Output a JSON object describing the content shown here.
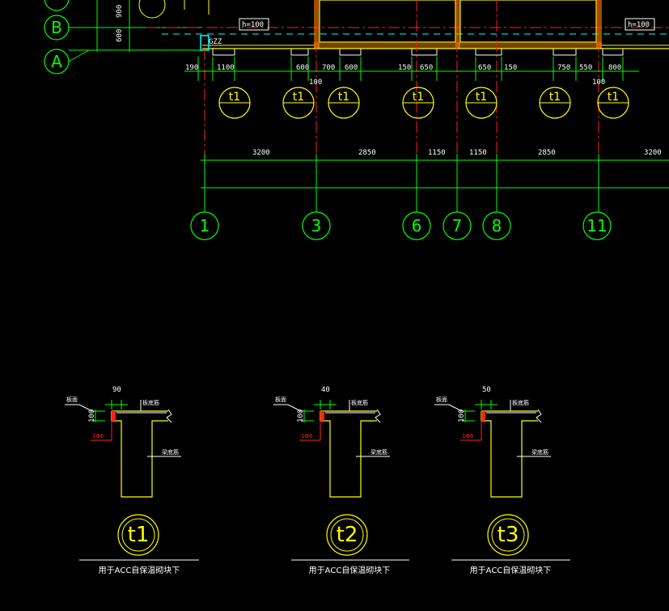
{
  "colors": {
    "background": "#000000",
    "axis": "#00ff00",
    "wall": "#ffff00",
    "center_line": "#ff2020",
    "dim_line": "#00ff00",
    "hatch": "#ff9a00",
    "column": "#00ffff",
    "text": "#ffffff"
  },
  "row_axes": [
    "B",
    "A"
  ],
  "row_dims": [
    "900",
    "600"
  ],
  "h_tags": [
    "h=100",
    "h=100"
  ],
  "gzz_label": "GZZ",
  "col_axes": [
    "1",
    "3",
    "6",
    "7",
    "8",
    "11"
  ],
  "bay_dims": [
    "3200",
    "2850",
    "1150",
    "1150",
    "2850",
    "3200"
  ],
  "small_dims": [
    "190",
    "1100",
    "600",
    "100",
    "700",
    "600",
    "150",
    "650",
    "650",
    "150",
    "750",
    "550",
    "800",
    "100"
  ],
  "t1_tag": "t1",
  "details": [
    {
      "top_dim": "90",
      "tag": "t1",
      "left_note": "板面",
      "right_note": "板底筋",
      "hole_note": "1Φ6",
      "dim_100": "100",
      "stem_note": "梁底筋",
      "caption": "用于ACC自保温砌块下"
    },
    {
      "top_dim": "40",
      "tag": "t2",
      "left_note": "板面",
      "right_note": "板底筋",
      "hole_note": "1Φ6",
      "dim_100": "100",
      "stem_note": "梁底筋",
      "caption": "用于ACC自保温砌块下"
    },
    {
      "top_dim": "50",
      "tag": "t3",
      "left_note": "板面",
      "right_note": "板底筋",
      "hole_note": "1Φ6",
      "dim_100": "100",
      "stem_note": "梁底筋",
      "caption": "用于ACC自保温砌块下"
    }
  ]
}
